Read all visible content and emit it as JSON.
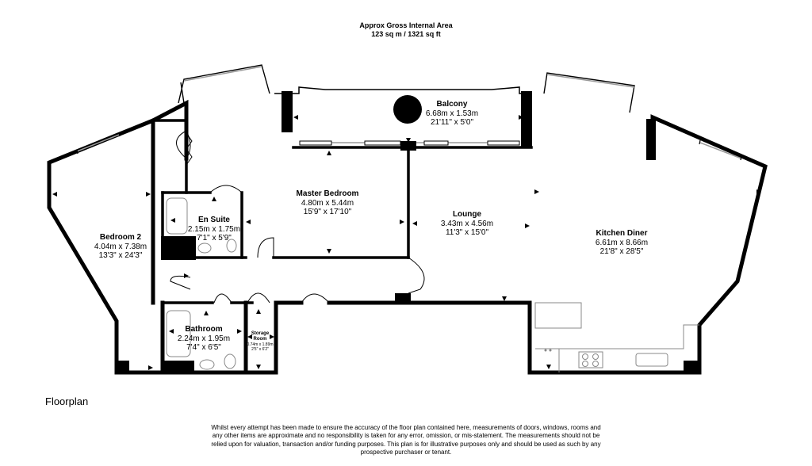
{
  "header": {
    "title": "Approx Gross Internal Area",
    "area": "123 sq m / 1321 sq ft"
  },
  "rooms": {
    "balcony": {
      "name": "Balcony",
      "metric": "6.68m x 1.53m",
      "imperial": "21'11\" x 5'0\""
    },
    "master_bedroom": {
      "name": "Master Bedroom",
      "metric": "4.80m x 5.44m",
      "imperial": "15'9\" x 17'10\""
    },
    "en_suite": {
      "name": "En Suite",
      "metric": "2.15m x 1.75m",
      "imperial": "7'1\" x 5'9\""
    },
    "bedroom2": {
      "name": "Bedroom 2",
      "metric": "4.04m x 7.38m",
      "imperial": "13'3\" x 24'3\""
    },
    "lounge": {
      "name": "Lounge",
      "metric": "3.43m x 4.56m",
      "imperial": "11'3\" x 15'0\""
    },
    "kitchen_diner": {
      "name": "Kitchen Diner",
      "metric": "6.61m x 8.66m",
      "imperial": "21'8\" x 28'5\""
    },
    "bathroom": {
      "name": "Bathroom",
      "metric": "2.24m x 1.95m",
      "imperial": "7'4\" x 6'5\""
    },
    "storage_room": {
      "name_line1": "Storage",
      "name_line2": "Room",
      "metric": "0.74m x 1.89m",
      "imperial": "2'5\" x 6'2\""
    }
  },
  "footer": {
    "plan_label": "Floorplan",
    "disclaimer_lines": [
      "Whilst every attempt has been made to ensure the accuracy of the floor plan contained here, measurements of doors, windows, rooms and",
      "any other items are approximate and no responsibility is taken for any error, omission, or mis-statement. The measurements should not be",
      "relied upon for valuation, transaction and/or funding purposes. This plan is for illustrative purposes only and should be used as such by any",
      "prospective purchaser or tenant."
    ]
  },
  "colors": {
    "wall": "#000000",
    "background": "#ffffff",
    "fixture": "#888888",
    "window": "#9a9a9a"
  }
}
